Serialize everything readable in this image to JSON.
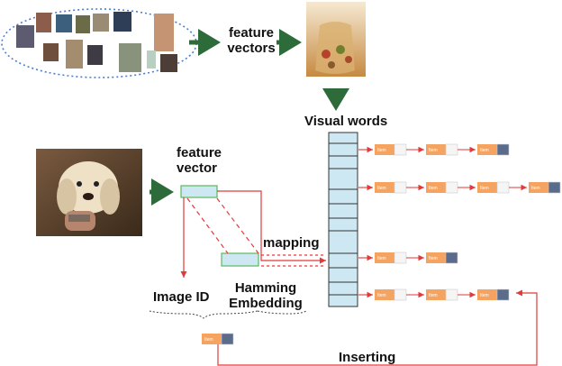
{
  "labels": {
    "feature_vectors_line1": "feature",
    "feature_vectors_line2": "vectors",
    "visual_words": "Visual  words",
    "feature_vector_line1": "feature",
    "feature_vector_line2": "vector",
    "mapping": "mapping",
    "image_id": "Image ID",
    "hamming_line1": "Hamming",
    "hamming_line2": "Embedding",
    "inserting": "Inserting"
  },
  "item_label": "Item",
  "colors": {
    "item_fill": "#f4a460",
    "item_id_fill": "#5b6b8c",
    "vector_fill": "#cde8f2",
    "vector_border": "#5cb85c",
    "visual_words_fill": "#cde8f2",
    "arrow_red": "#e03a3a",
    "arrow_green": "#2d6b3a",
    "ellipse_dots": "#4a7fd0"
  },
  "visual_word_lists": [
    {
      "items": 3
    },
    {
      "items": 4
    },
    {
      "items": 2
    },
    {
      "items": 3
    }
  ]
}
